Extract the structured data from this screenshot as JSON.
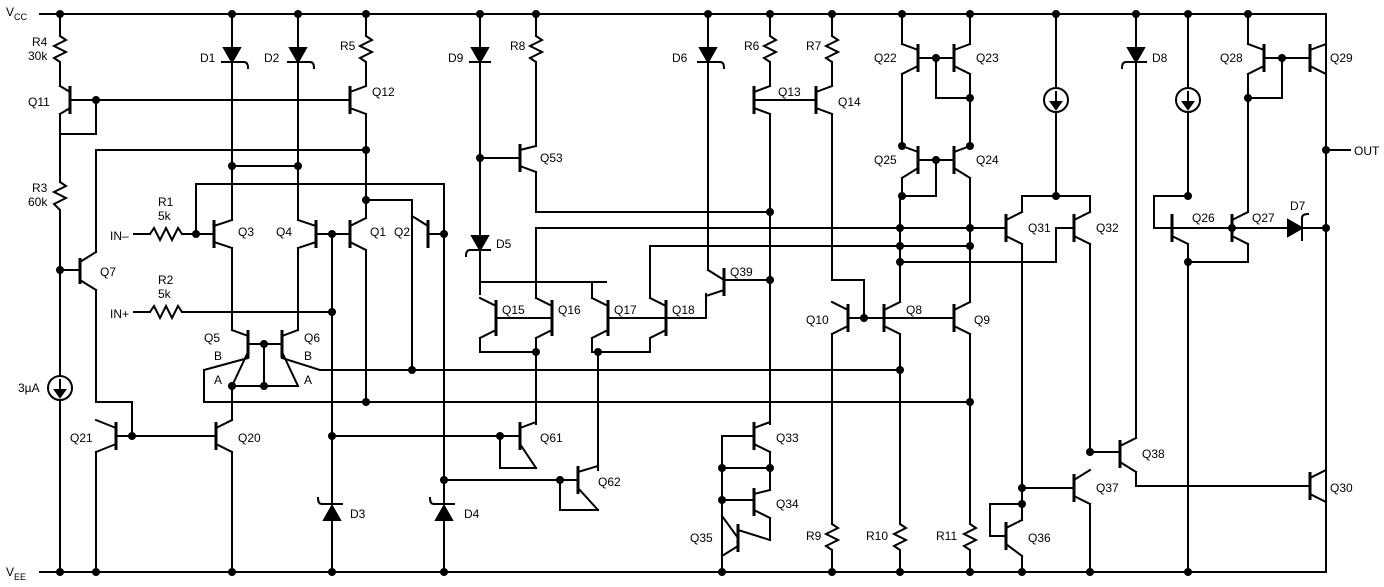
{
  "rails": {
    "vcc": "V",
    "vcc_sub": "CC",
    "vee": "V",
    "vee_sub": "EE"
  },
  "pins": {
    "in_minus": "IN–",
    "in_plus": "IN+",
    "out": "OUT"
  },
  "resistors": {
    "r4": "R4",
    "r4_val": "30k",
    "r3": "R3",
    "r3_val": "60k",
    "r1": "R1",
    "r1_val": "5k",
    "r2": "R2",
    "r2_val": "5k",
    "r5": "R5",
    "r6": "R6",
    "r7": "R7",
    "r8": "R8",
    "r9": "R9",
    "r10": "R10",
    "r11": "R11"
  },
  "diodes": {
    "d1": "D1",
    "d2": "D2",
    "d3": "D3",
    "d4": "D4",
    "d5": "D5",
    "d6": "D6",
    "d7": "D7",
    "d8": "D8",
    "d9": "D9"
  },
  "transistors": {
    "q1": "Q1",
    "q2": "Q2",
    "q3": "Q3",
    "q4": "Q4",
    "q5": "Q5",
    "q6": "Q6",
    "q7": "Q7",
    "q8": "Q8",
    "q9": "Q9",
    "q10": "Q10",
    "q11": "Q11",
    "q12": "Q12",
    "q13": "Q13",
    "q14": "Q14",
    "q15": "Q15",
    "q16": "Q16",
    "q17": "Q17",
    "q18": "Q18",
    "q20": "Q20",
    "q21": "Q21",
    "q22": "Q22",
    "q23": "Q23",
    "q24": "Q24",
    "q25": "Q25",
    "q26": "Q26",
    "q27": "Q27",
    "q28": "Q28",
    "q29": "Q29",
    "q30": "Q30",
    "q31": "Q31",
    "q32": "Q32",
    "q33": "Q33",
    "q34": "Q34",
    "q35": "Q35",
    "q36": "Q36",
    "q37": "Q37",
    "q38": "Q38",
    "q39": "Q39",
    "q53": "Q53",
    "q61": "Q61",
    "q62": "Q62"
  },
  "sources": {
    "bias_current": "3µA"
  },
  "nodes": {
    "a": "A",
    "b": "B"
  }
}
